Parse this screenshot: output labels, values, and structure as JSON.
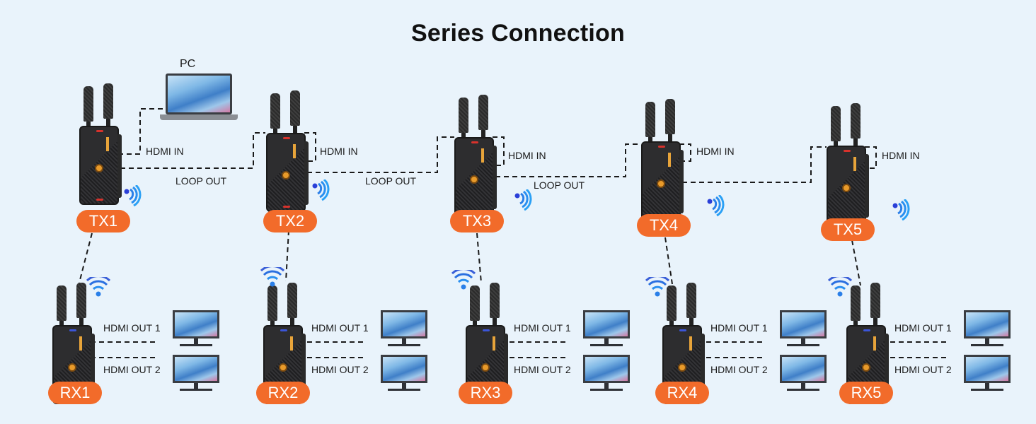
{
  "title": "Series Connection",
  "pc_label": "PC",
  "transmitters": [
    {
      "label": "TX1",
      "input_label": "HDMI IN",
      "loop_label": "LOOP OUT"
    },
    {
      "label": "TX2",
      "input_label": "HDMI IN",
      "loop_label": "LOOP OUT"
    },
    {
      "label": "TX3",
      "input_label": "HDMI IN",
      "loop_label": "LOOP OUT"
    },
    {
      "label": "TX4",
      "input_label": "HDMI IN"
    },
    {
      "label": "TX5",
      "input_label": "HDMI IN"
    }
  ],
  "receivers": [
    {
      "label": "RX1",
      "out1": "HDMI OUT 1",
      "out2": "HDMI OUT 2"
    },
    {
      "label": "RX2",
      "out1": "HDMI OUT 1",
      "out2": "HDMI OUT 2"
    },
    {
      "label": "RX3",
      "out1": "HDMI OUT 1",
      "out2": "HDMI OUT 2"
    },
    {
      "label": "RX4",
      "out1": "HDMI OUT 1",
      "out2": "HDMI OUT 2"
    },
    {
      "label": "RX5",
      "out1": "HDMI OUT 1",
      "out2": "HDMI OUT 2"
    }
  ],
  "colors": {
    "badge": "#f26b2a",
    "wifi": "#1e6fe0",
    "background": "#e9f3fb"
  },
  "icons": {
    "wireless_signal": "wifi-icon",
    "laptop": "laptop-icon",
    "monitor": "monitor-icon"
  }
}
